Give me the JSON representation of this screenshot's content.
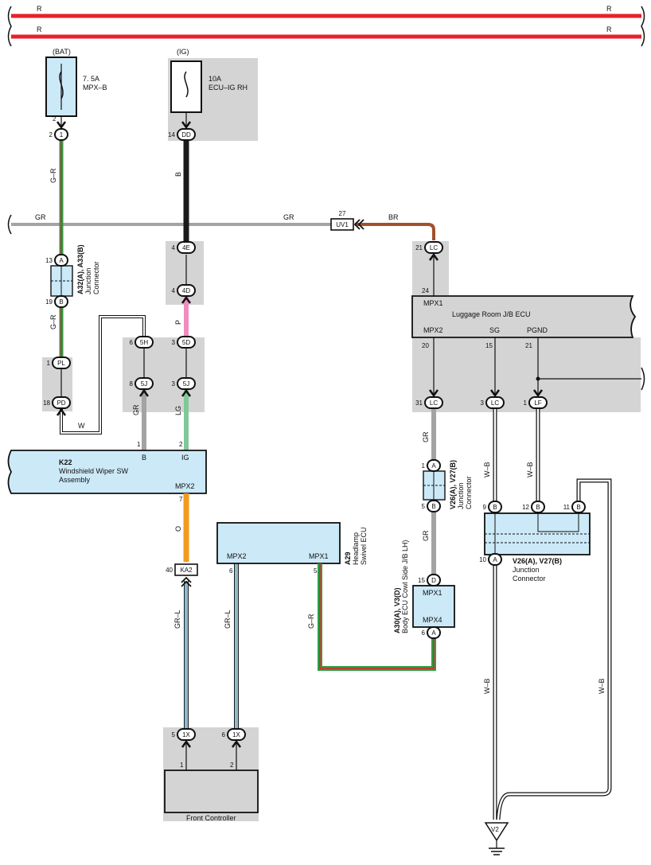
{
  "colors": {
    "red": "#e8202a",
    "gray_wire": "#a3a3a3",
    "black_wire": "#1a1a1a",
    "brown_wire": "#a0522d",
    "pink_wire": "#f08cc0",
    "lg_wire": "#80c898",
    "orange_wire": "#f39a1e",
    "green_wire": "#2e9d45",
    "blue_wire": "#7ec8e8",
    "shade": "#d4d4d4",
    "component_fill": "#cce9f7"
  },
  "top_bus": {
    "label_left": "R",
    "label_right": "R"
  },
  "fuse_bat": {
    "source": "(BAT)",
    "rating": "7. 5A",
    "name": "MPX–B",
    "pin": "2"
  },
  "fuse_ig": {
    "source": "(IG)",
    "rating": "10A",
    "name": "ECU–IG RH"
  },
  "wire_labels": {
    "gr": "GR",
    "gr2": "GR",
    "br": "BR",
    "b": "B",
    "g_r": "G–R",
    "g_r2": "G–R",
    "g_r3": "G–R",
    "p": "P",
    "lg": "LG",
    "w": "W",
    "gr_v": "GR",
    "gr_lc": "GR",
    "gr_v26": "GR",
    "o": "O",
    "gr_l": "GR–L",
    "gr_l2": "GR–L",
    "w_b1": "W–B",
    "w_b2": "W–B",
    "w_b3": "W–B",
    "w_b4": "W–B"
  },
  "connectors": {
    "c1": {
      "pin": "2",
      "label": "1"
    },
    "dd": {
      "pin": "14",
      "label": "DD"
    },
    "uv1": {
      "pin": "27",
      "label": "UV1"
    },
    "lc_top": {
      "pin": "21",
      "label": "LC"
    },
    "lc_24": {
      "pin": "24"
    },
    "a_13": {
      "pin": "13",
      "label": "A"
    },
    "b_19": {
      "pin": "19",
      "label": "B"
    },
    "e4": {
      "pin": "4",
      "label": "4E"
    },
    "d4": {
      "pin": "4",
      "label": "4D"
    },
    "h5": {
      "pin": "6",
      "label": "5H"
    },
    "d5": {
      "pin": "3",
      "label": "5D"
    },
    "j5a": {
      "pin": "8",
      "label": "5J"
    },
    "j5b": {
      "pin": "3",
      "label": "5J"
    },
    "pl": {
      "pin": "1",
      "label": "PL"
    },
    "pd": {
      "pin": "18",
      "label": "PD"
    },
    "lc_31": {
      "pin": "31",
      "label": "LC"
    },
    "lc_3": {
      "pin": "3",
      "label": "LC"
    },
    "lf_1": {
      "pin": "1",
      "label": "LF"
    },
    "v26_a": {
      "pin": "1",
      "label": "A"
    },
    "v26_b": {
      "pin": "5",
      "label": "B"
    },
    "b9": {
      "pin": "9",
      "label": "B"
    },
    "b12": {
      "pin": "12",
      "label": "B"
    },
    "b11": {
      "pin": "11",
      "label": "B"
    },
    "a10": {
      "pin": "10",
      "label": "A"
    },
    "ka2": {
      "pin": "40",
      "label": "KA2"
    },
    "d15": {
      "pin": "15",
      "label": "D"
    },
    "a6": {
      "pin": "6",
      "label": "A"
    },
    "x1a": {
      "pin": "5",
      "label": "1X"
    },
    "x1b": {
      "pin": "6",
      "label": "1X"
    }
  },
  "junction_a32": {
    "title": "A32(A), A33(B)",
    "sub1": "Junction",
    "sub2": "Connector"
  },
  "junction_v26a": {
    "title": "V26(A), V27(B)",
    "sub1": "Junction",
    "sub2": "Connector"
  },
  "junction_v26b": {
    "title": "V26(A), V27(B)",
    "sub1": "Junction",
    "sub2": "Connector"
  },
  "luggage_ecu": {
    "mpx1": "MPX1",
    "name": "Luggage Room J/B ECU",
    "mpx2": "MPX2",
    "sg": "SG",
    "pgnd": "PGND",
    "pin20": "20",
    "pin15": "15",
    "pin21": "21"
  },
  "k22": {
    "id": "K22",
    "name1": "Windshield Wiper SW",
    "name2": "Assembly",
    "b": "B",
    "ig": "IG",
    "mpx2": "MPX2",
    "pin1": "1",
    "pin2": "2",
    "pin7": "7"
  },
  "a29": {
    "id": "A29",
    "name1": "Headlamp",
    "name2": "Swivel ECU",
    "mpx2": "MPX2",
    "mpx1": "MPX1",
    "pin6": "6",
    "pin5": "5"
  },
  "body_ecu": {
    "id": "A30(A), V3(D)",
    "name": "Body ECU Cowl Side J/B LH)",
    "mpx1": "MPX1",
    "mpx4": "MPX4"
  },
  "front_ctrl": {
    "name": "Front Controller",
    "pin1": "1",
    "pin2": "2"
  },
  "ground": {
    "label": "V2"
  }
}
